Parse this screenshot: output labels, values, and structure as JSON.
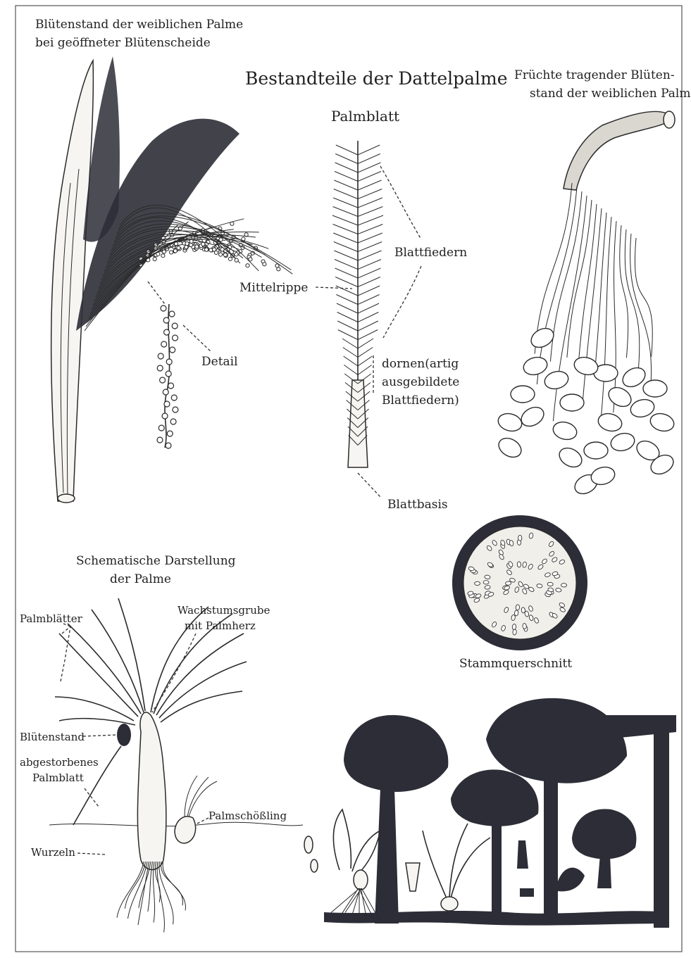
{
  "title": "Bestandteile der Dattelpalme",
  "labels": {
    "inflorescence_open": [
      "Blütenstand der weiblichen Palme",
      "bei geöffneter Blütenscheide"
    ],
    "detail": "Detail",
    "leaf_title": "Palmblatt",
    "blattfiedern": "Blattfiedern",
    "mittelrippe": "Mittelrippe",
    "dornen": [
      "dornen(artig",
      "ausgebildete",
      "Blattfiedern)"
    ],
    "blattbasis": "Blattbasis",
    "fruit_inflorescence": [
      "Früchte tragender Blüten-",
      "stand der weiblichen Palme"
    ],
    "cross_section": "Stammquerschnitt",
    "schematic_title": [
      "Schematische Darstellung",
      "der Palme"
    ],
    "palmblaetter": "Palmblätter",
    "wachstumsgrube": [
      "Wachstumsgrube",
      "mit Palmherz"
    ],
    "bluetenstand": "Blütenstand",
    "abgestorbenes": [
      "abgestorbenes",
      "Palmblatt"
    ],
    "palmschoessling": "Palmschößling",
    "wurzeln": "Wurzeln"
  },
  "colors": {
    "ink": "#2a2a2a",
    "silhouette": "#2c2d36",
    "paper": "#ffffff"
  }
}
